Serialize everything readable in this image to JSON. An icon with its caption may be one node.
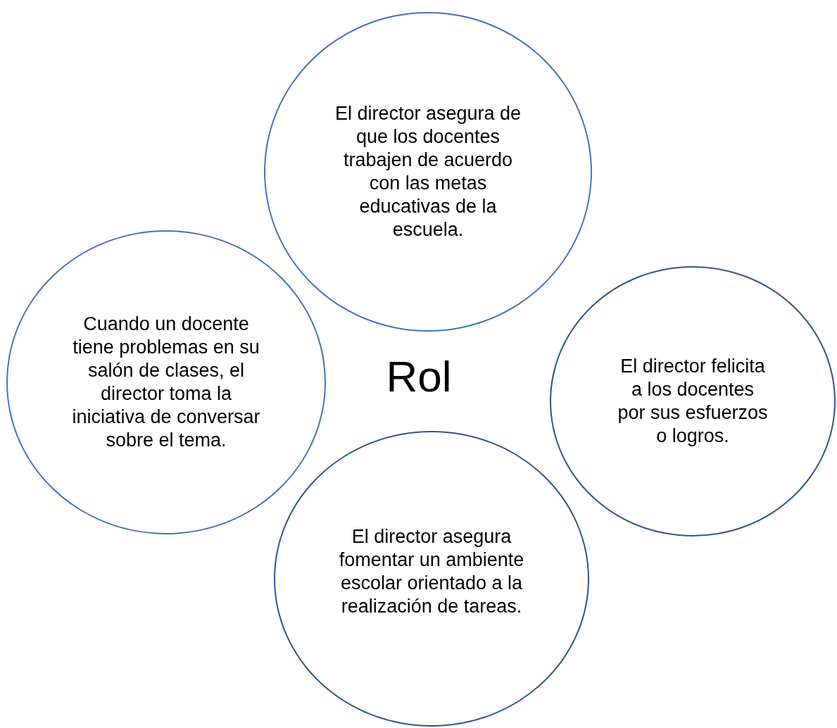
{
  "diagram": {
    "nodes": [
      {
        "text": [
          "El director asegura de que los docentes trabajen de acuerdo con las metas educativas de la escuela."
        ]
      },
      {
        "text": [
          "Cuando un docente tiene problemas en su salón de clases, el director toma la iniciativa de conversar sobre el tema."
        ]
      },
      {
        "text": [
          "El director felicita a los docentes por sus esfuerzos o logros."
        ]
      },
      {
        "text": [
          "El director asegura fomentar un ambiente escolar orientado a la realización de tareas."
        ]
      }
    ],
    "labels": [
      "Rol"
    ]
  }
}
